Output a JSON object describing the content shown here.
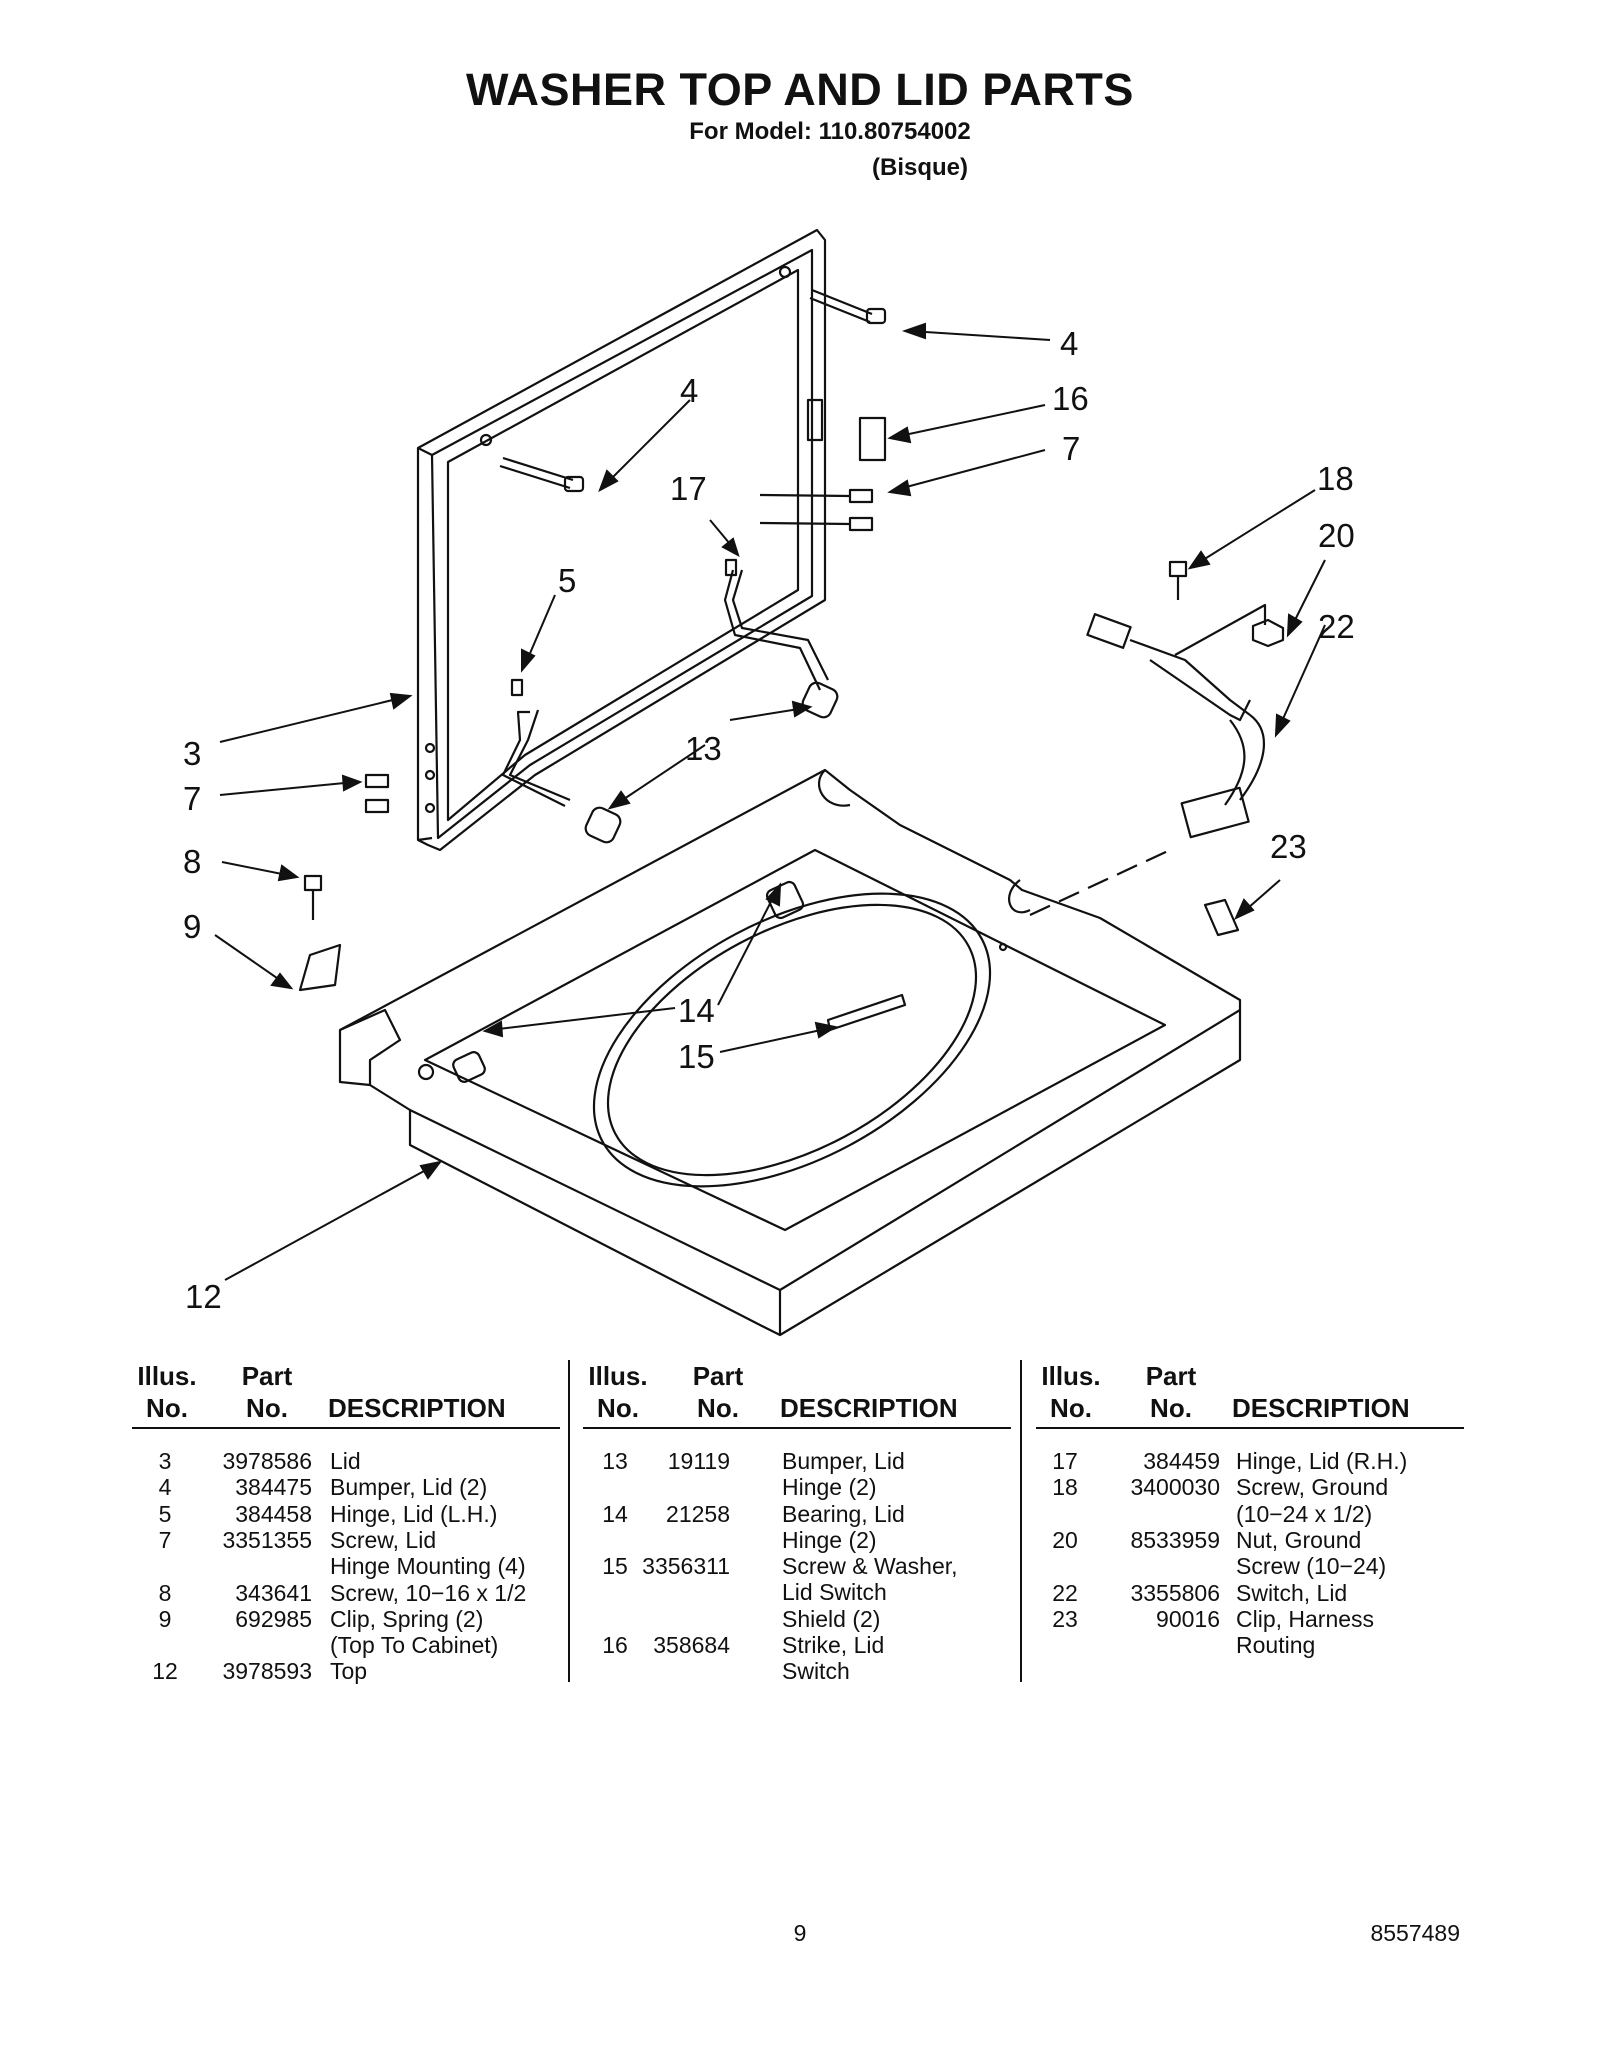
{
  "header": {
    "title": "WASHER TOP AND LID PARTS",
    "model": "For Model: 110.80754002",
    "color": "(Bisque)"
  },
  "diagram": {
    "callouts": [
      "4",
      "4",
      "16",
      "7",
      "17",
      "5",
      "18",
      "20",
      "22",
      "3",
      "13",
      "7",
      "8",
      "9",
      "23",
      "14",
      "15",
      "12"
    ]
  },
  "table": {
    "headers": {
      "illus_1": "Illus.",
      "illus_2": "No.",
      "part_1": "Part",
      "part_2": "No.",
      "desc": "DESCRIPTION"
    },
    "columns": [
      [
        {
          "illus": "3",
          "part": "3978586",
          "desc": [
            "Lid"
          ]
        },
        {
          "illus": "4",
          "part": "384475",
          "desc": [
            "Bumper, Lid (2)"
          ]
        },
        {
          "illus": "5",
          "part": "384458",
          "desc": [
            "Hinge, Lid (L.H.)"
          ]
        },
        {
          "illus": "7",
          "part": "3351355",
          "desc": [
            "Screw, Lid",
            "Hinge Mounting (4)"
          ]
        },
        {
          "illus": "8",
          "part": "343641",
          "desc": [
            "Screw, 10−16 x 1/2"
          ]
        },
        {
          "illus": "9",
          "part": "692985",
          "desc": [
            "Clip, Spring (2)",
            "(Top To Cabinet)"
          ]
        },
        {
          "illus": "12",
          "part": "3978593",
          "desc": [
            "Top"
          ]
        }
      ],
      [
        {
          "illus": "13",
          "part": "19119",
          "desc": [
            "Bumper, Lid",
            "Hinge (2)"
          ]
        },
        {
          "illus": "14",
          "part": "21258",
          "desc": [
            "Bearing, Lid",
            "Hinge (2)"
          ]
        },
        {
          "illus": "15",
          "part": "3356311",
          "desc": [
            "Screw & Washer,",
            "Lid Switch",
            "Shield (2)"
          ]
        },
        {
          "illus": "16",
          "part": "358684",
          "desc": [
            "Strike, Lid",
            "Switch"
          ]
        }
      ],
      [
        {
          "illus": "17",
          "part": "384459",
          "desc": [
            "Hinge, Lid (R.H.)"
          ]
        },
        {
          "illus": "18",
          "part": "3400030",
          "desc": [
            "Screw, Ground",
            "(10−24 x 1/2)"
          ]
        },
        {
          "illus": "20",
          "part": "8533959",
          "desc": [
            "Nut, Ground",
            "Screw (10−24)"
          ]
        },
        {
          "illus": "22",
          "part": "3355806",
          "desc": [
            "Switch, Lid"
          ]
        },
        {
          "illus": "23",
          "part": "90016",
          "desc": [
            "Clip, Harness",
            "Routing"
          ]
        }
      ]
    ]
  },
  "footer": {
    "page_number": "9",
    "doc_number": "8557489"
  }
}
